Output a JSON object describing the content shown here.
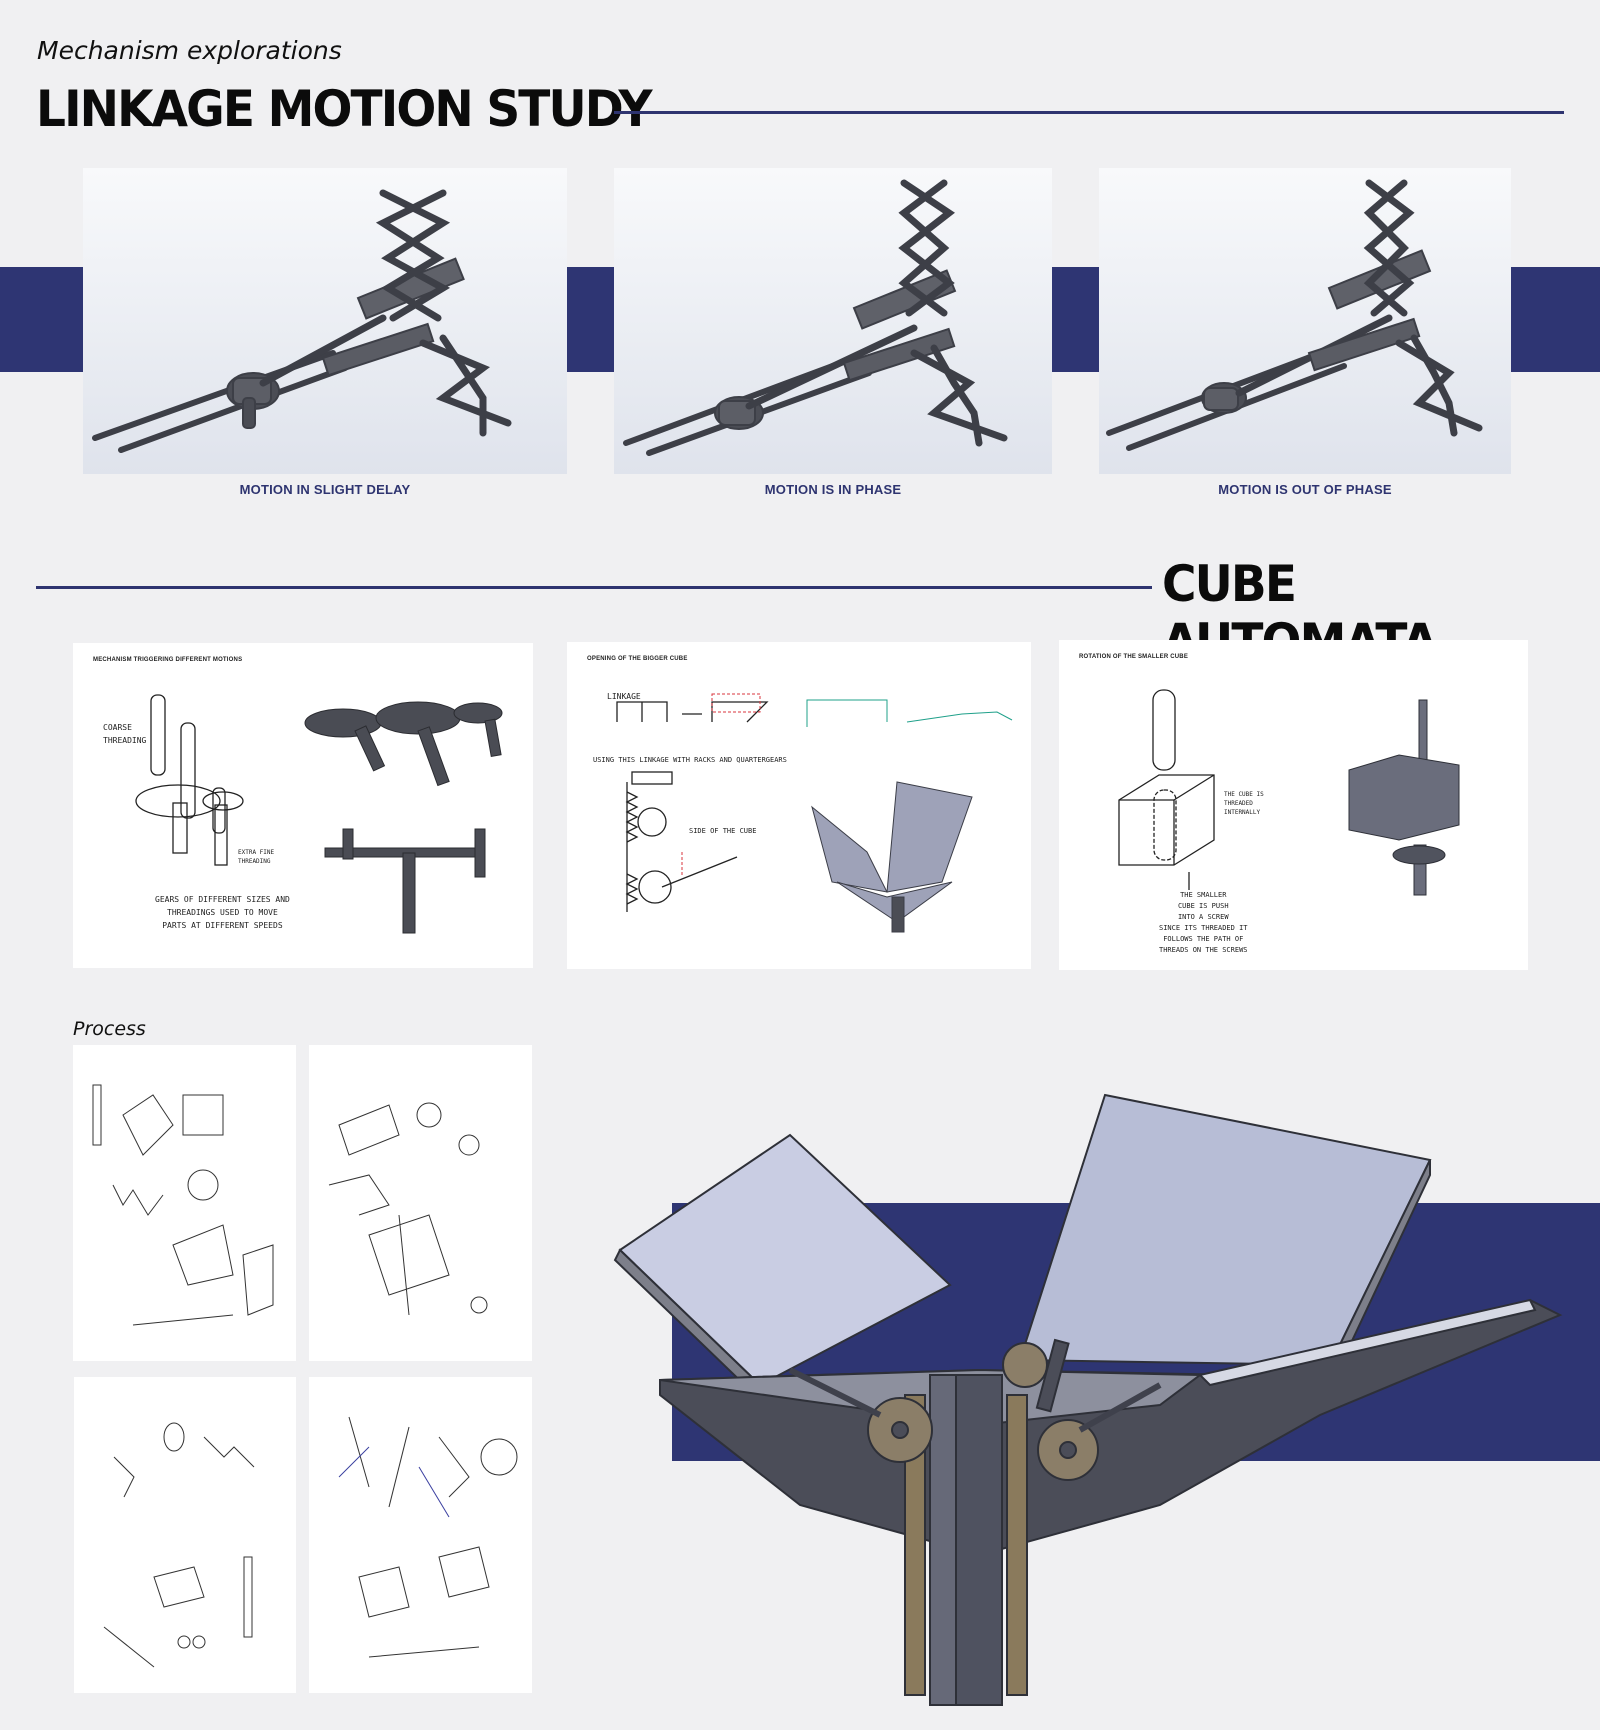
{
  "header": {
    "subtitle": "Mechanism explorations",
    "title": "LINKAGE MOTION STUDY"
  },
  "linkage": {
    "panels": [
      {
        "caption": "MOTION IN SLIGHT DELAY"
      },
      {
        "caption": "MOTION IS IN PHASE"
      },
      {
        "caption": "MOTION IS OUT OF PHASE"
      }
    ]
  },
  "cube": {
    "title": "CUBE AUTOMATA",
    "sheets": [
      {
        "title": "MECHANISM TRIGGERING DIFFERENT MOTIONS",
        "notes": {
          "coarse": "COARSE\nTHREADING",
          "fine": "EXTRA FINE\nTHREADING",
          "gears": "GEARS OF DIFFERENT SIZES AND\nTHREADINGS USED TO MOVE\nPARTS AT DIFFERENT SPEEDS"
        }
      },
      {
        "title": "OPENING OF THE BIGGER CUBE",
        "notes": {
          "linkage": "LINKAGE",
          "using": "USING THIS LINKAGE WITH RACKS AND QUARTERGEARS",
          "side": "SIDE OF THE CUBE"
        }
      },
      {
        "title": "ROTATION OF THE SMALLER CUBE",
        "notes": {
          "threaded": "THE CUBE IS\nTHREADED\nINTERNALLY",
          "smaller": "THE SMALLER\nCUBE IS PUSH\nINTO A SCREW\nSINCE ITS THREADED IT\nFOLLOWS THE PATH OF\nTHREADS ON THE SCREWS"
        }
      }
    ]
  },
  "process": {
    "label": "Process"
  },
  "colors": {
    "accent": "#2e3573",
    "background": "#f0f0f2",
    "caption": "#2e3470"
  }
}
